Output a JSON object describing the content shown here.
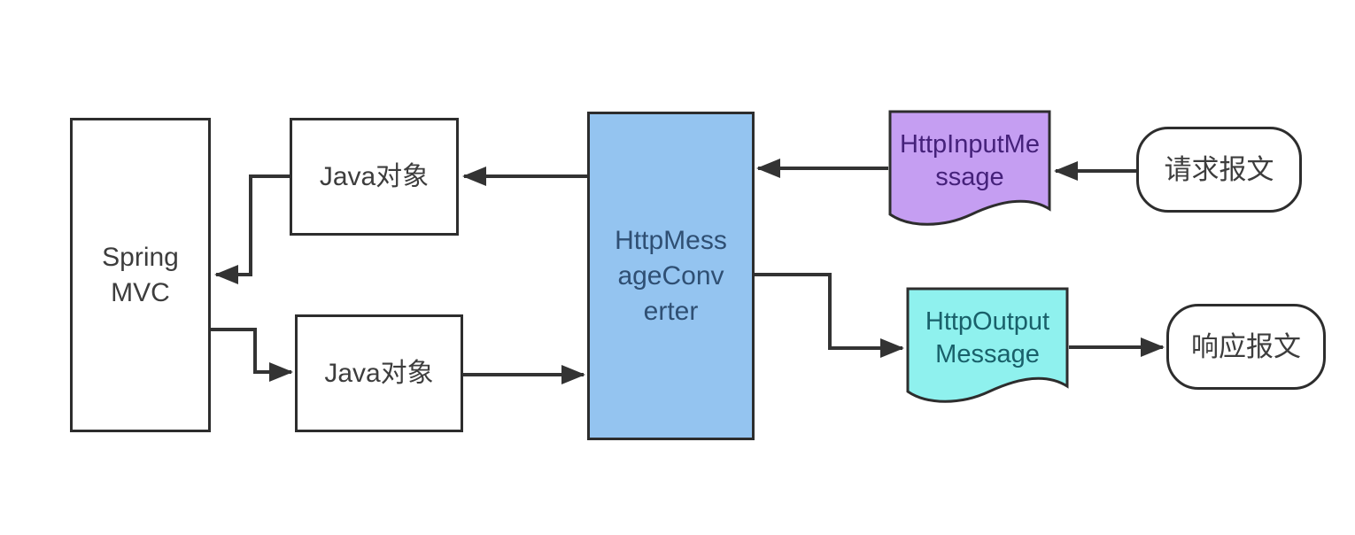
{
  "nodes": {
    "spring_mvc": {
      "lines": [
        "Spring",
        "MVC"
      ]
    },
    "java_object_top": {
      "label": "Java对象"
    },
    "java_object_bottom": {
      "label": "Java对象"
    },
    "http_message_converter": {
      "lines": [
        "HttpMess",
        "ageConv",
        "erter"
      ]
    },
    "http_input_message": {
      "lines": [
        "HttpInputMe",
        "ssage"
      ]
    },
    "http_output_message": {
      "lines": [
        "HttpOutput",
        "Message"
      ]
    },
    "request_message": {
      "label": "请求报文"
    },
    "response_message": {
      "label": "响应报文"
    }
  },
  "colors": {
    "converter_fill": "#94c4f0",
    "converter_text": "#2f4f73",
    "input_fill": "#c59ef2",
    "input_text": "#45217a",
    "output_fill": "#8ff1ee",
    "output_text": "#19606a",
    "connector": "#333333",
    "node_border": "#2d2d2d",
    "node_text": "#3d3d3d"
  }
}
